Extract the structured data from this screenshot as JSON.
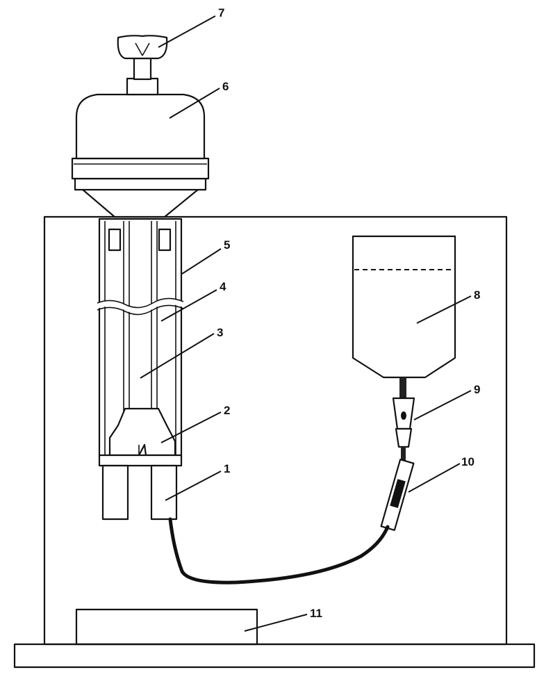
{
  "labels": {
    "l1": "1",
    "l2": "2",
    "l3": "3",
    "l4": "4",
    "l5": "5",
    "l6": "6",
    "l7": "7",
    "l8": "8",
    "l9": "9",
    "l10": "10",
    "l11": "11"
  }
}
